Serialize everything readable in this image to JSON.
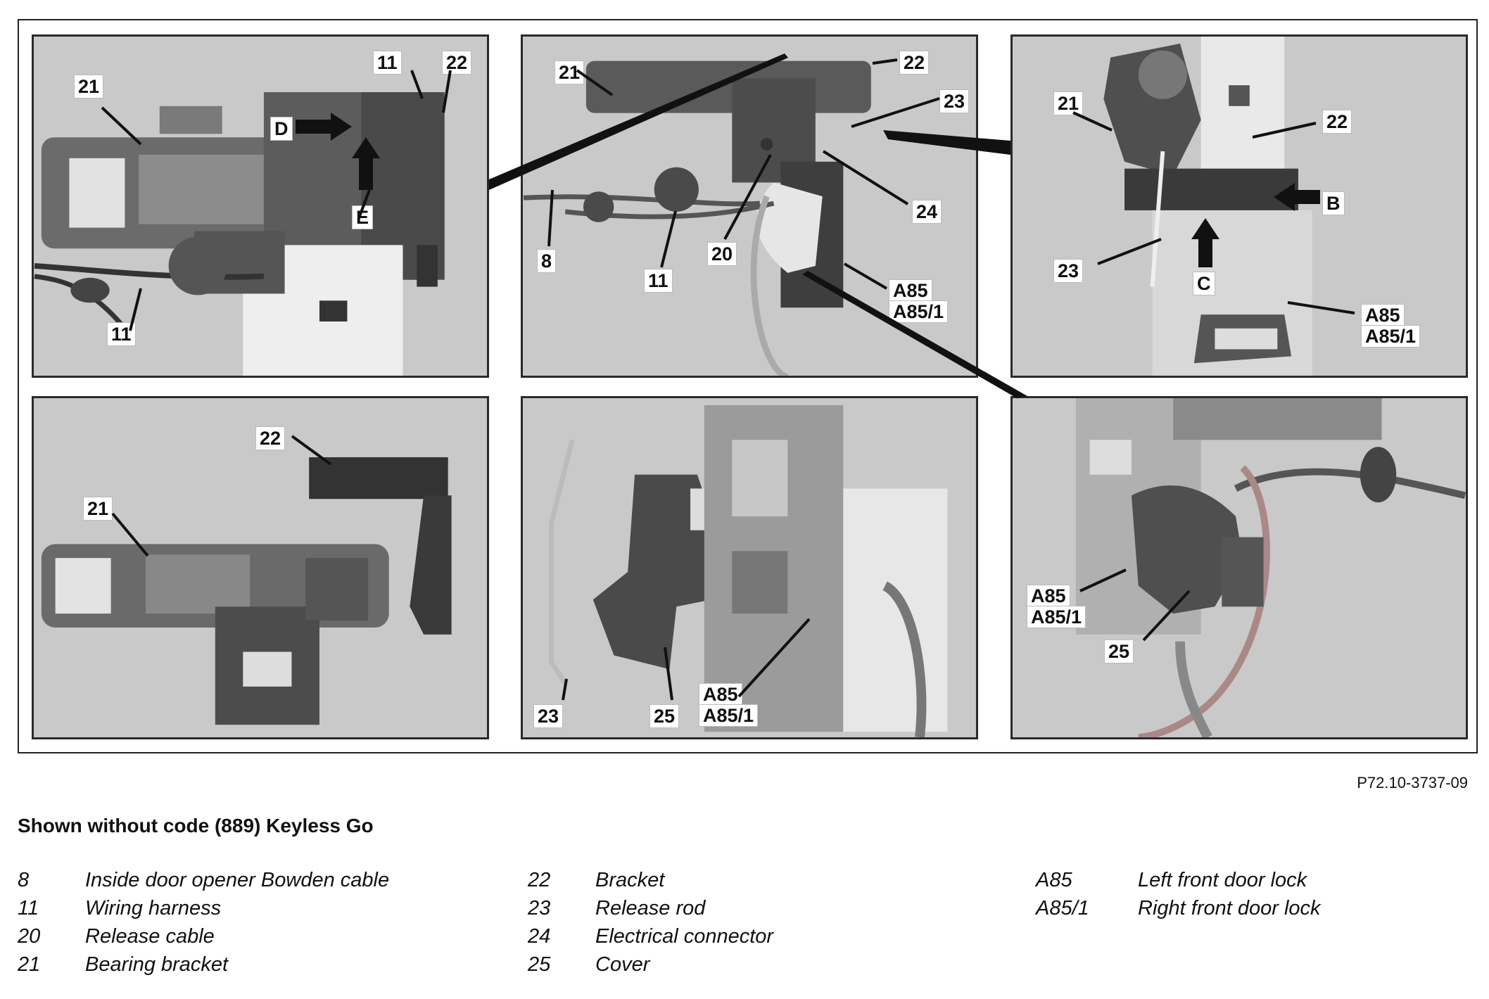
{
  "figure_code": "P72.10-3737-09",
  "heading": "Shown without code (889) Keyless Go",
  "panels": [
    {
      "labels": [
        "21",
        "11",
        "22",
        "D",
        "E",
        "11"
      ]
    },
    {
      "labels": [
        "21",
        "22",
        "23",
        "24",
        "20",
        "8",
        "11",
        "A85",
        "A85/1"
      ]
    },
    {
      "labels": [
        "21",
        "22",
        "B",
        "23",
        "C",
        "A85",
        "A85/1"
      ]
    },
    {
      "labels": [
        "22",
        "21"
      ]
    },
    {
      "labels": [
        "23",
        "25",
        "A85",
        "A85/1"
      ]
    },
    {
      "labels": [
        "A85",
        "A85/1",
        "25"
      ]
    }
  ],
  "legend": {
    "col1": [
      {
        "num": "8",
        "text": "Inside door opener Bowden cable"
      },
      {
        "num": "11",
        "text": "Wiring harness"
      },
      {
        "num": "20",
        "text": "Release cable"
      },
      {
        "num": "21",
        "text": "Bearing bracket"
      }
    ],
    "col2": [
      {
        "num": "22",
        "text": "Bracket"
      },
      {
        "num": "23",
        "text": "Release rod"
      },
      {
        "num": "24",
        "text": "Electrical connector"
      },
      {
        "num": "25",
        "text": "Cover"
      }
    ],
    "col3": [
      {
        "num": "A85",
        "text": "Left front door lock"
      },
      {
        "num": "A85/1",
        "text": "Right front door lock"
      }
    ]
  }
}
